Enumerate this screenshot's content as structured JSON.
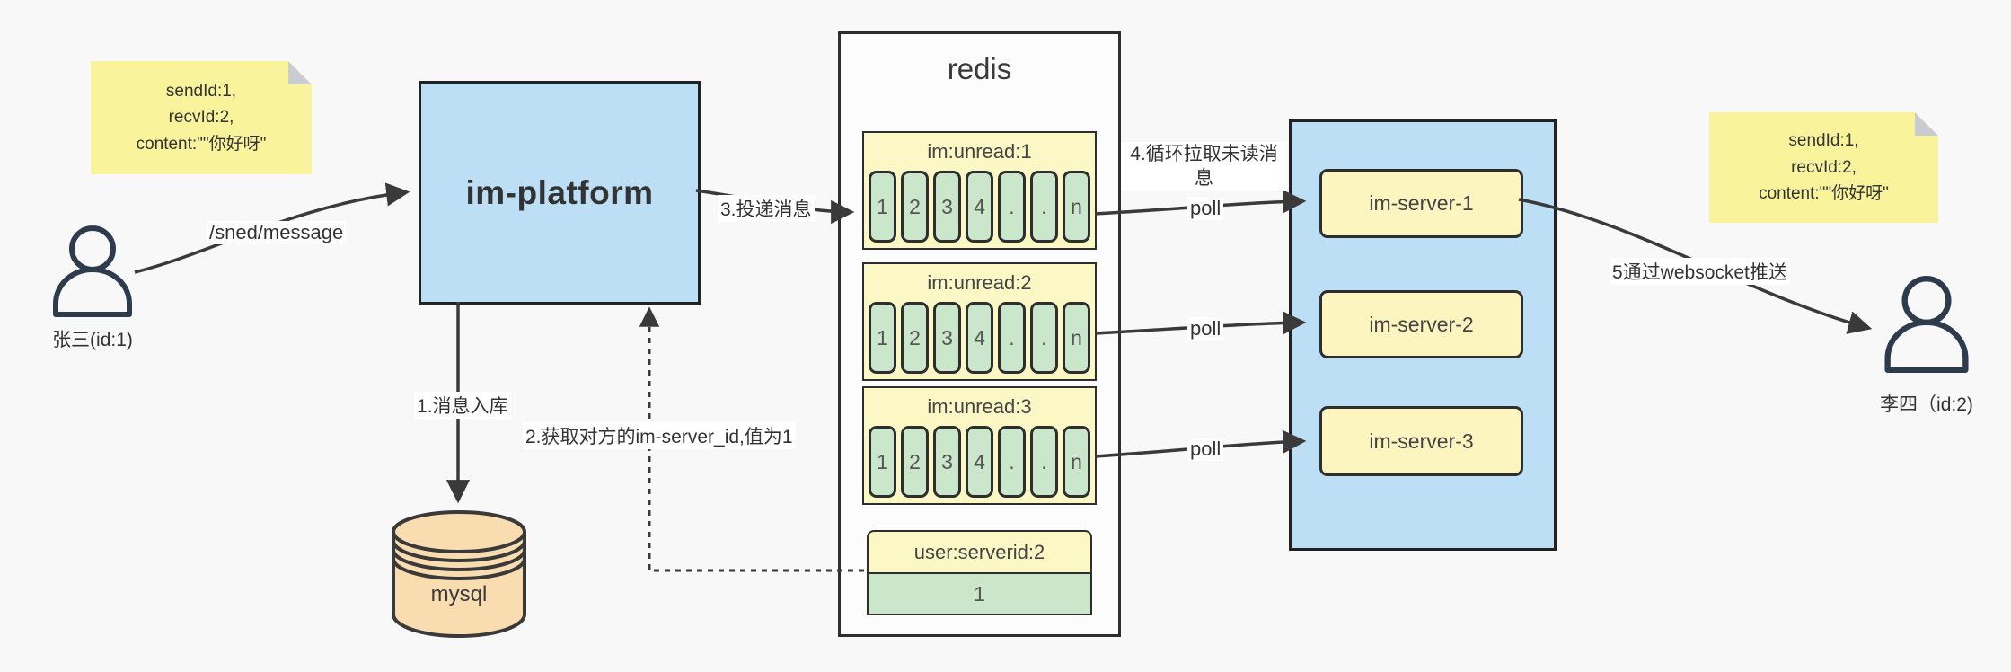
{
  "colors": {
    "background": "#f8f8f8",
    "note_yellow": "#f9f49c",
    "note_fold_gray": "#c9cdd2",
    "container_blue": "#bddff6",
    "panel_white": "#fcfcfc",
    "queue_yellow": "#fcf8c5",
    "cell_green": "#cbe7cb",
    "mysql_tan": "#f9dcb0",
    "stroke_dark": "#333333"
  },
  "notes": {
    "left": {
      "lines": [
        "sendId:1,",
        "recvId:2,",
        "content:\"\"你好呀\""
      ]
    },
    "right": {
      "lines": [
        "sendId:1,",
        "recvId:2,",
        "content:\"\"你好呀\""
      ]
    }
  },
  "actors": {
    "sender": {
      "label": "张三(id:1)"
    },
    "receiver": {
      "label": "李四（id:2)"
    }
  },
  "platform": {
    "label": "im-platform"
  },
  "database": {
    "label": "mysql"
  },
  "redis": {
    "title": "redis",
    "queues": [
      {
        "title": "im:unread:1",
        "cells": [
          "1",
          "2",
          "3",
          "4",
          ".",
          ".",
          "n"
        ]
      },
      {
        "title": "im:unread:2",
        "cells": [
          "1",
          "2",
          "3",
          "4",
          ".",
          ".",
          "n"
        ]
      },
      {
        "title": "im:unread:3",
        "cells": [
          "1",
          "2",
          "3",
          "4",
          ".",
          ".",
          "n"
        ]
      }
    ],
    "kv": {
      "title": "user:serverid:2",
      "value": "1"
    }
  },
  "cluster": {
    "servers": [
      {
        "label": "im-server-1"
      },
      {
        "label": "im-server-2"
      },
      {
        "label": "im-server-3"
      }
    ]
  },
  "edges": {
    "send": "/sned/message",
    "step1": "1.消息入库",
    "step2": "2.获取对方的im-server_id,值为1",
    "step3": "3.投递消息",
    "step4": "4.循环拉取未读消息",
    "poll_1": "poll",
    "poll_2": "poll",
    "poll_3": "poll",
    "step5": "5通过websocket推送"
  }
}
